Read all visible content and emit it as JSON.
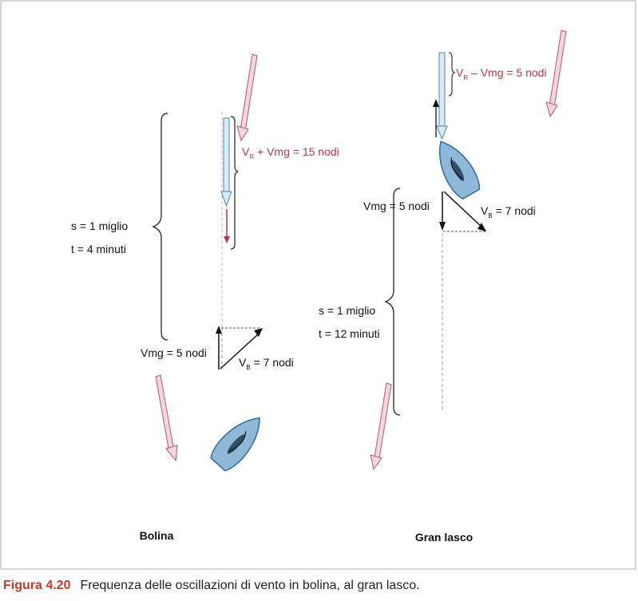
{
  "colors": {
    "accent": "#b03a48",
    "boat_fill": "#8fb8d8",
    "boat_stroke": "#2f6e95",
    "wind_fill": "#f1d6dd",
    "wind_stroke": "#b55a6e",
    "current_fill": "#d9ebf7",
    "current_stroke": "#4f86ad"
  },
  "left": {
    "formula_sub": "R",
    "formula_prefix": "V",
    "formula_rest": " + Vmg = 15 nodi",
    "distance": "s = 1 miglio",
    "time": "t = 4 minuti",
    "vmg_label": "Vmg = 5 nodi",
    "vb_prefix": "V",
    "vb_sub": "B",
    "vb_rest": " = 7 nodi",
    "heading": "Bolina"
  },
  "right": {
    "formula_prefix": "V",
    "formula_sub": "R",
    "formula_rest": " – Vmg = 5 nodi",
    "vmg_label": "Vmg = 5 nodi",
    "vb_prefix": "V",
    "vb_sub": "B",
    "vb_rest": " = 7 nodi",
    "distance": "s = 1 miglio",
    "time": "t = 12 minuti",
    "heading": "Gran lasco"
  },
  "caption": {
    "figure": "Figura 4.20",
    "text": "Frequenza delle oscillazioni di vento in bolina, al gran lasco."
  }
}
